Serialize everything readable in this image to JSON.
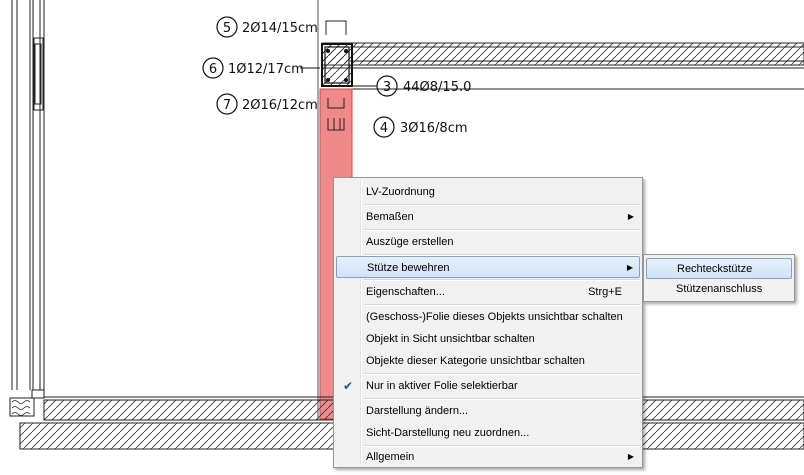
{
  "annotations": {
    "bar5": "2Ø14/15cm",
    "bar6": "1Ø12/17cm",
    "bar7": "2Ø16/12cm",
    "bar3": "44Ø8/15.0",
    "bar4": "3Ø16/8cm",
    "num5": "5",
    "num6": "6",
    "num7": "7",
    "num3": "3",
    "num4": "4"
  },
  "context_menu": {
    "items": [
      {
        "label": "LV-Zuordnung",
        "shortcut": "",
        "submenu": false,
        "checked": false
      },
      {
        "label": "Bemaßen",
        "shortcut": "",
        "submenu": true,
        "checked": false
      },
      {
        "label": "Auszüge erstellen",
        "shortcut": "",
        "submenu": false,
        "checked": false
      },
      {
        "label": "Stütze bewehren",
        "shortcut": "",
        "submenu": true,
        "checked": false,
        "highlighted": true
      },
      {
        "label": "Eigenschaften...",
        "shortcut": "Strg+E",
        "submenu": false,
        "checked": false
      },
      {
        "label": "(Geschoss-)Folie dieses Objekts unsichtbar schalten",
        "shortcut": "",
        "submenu": false,
        "checked": false
      },
      {
        "label": "Objekt in Sicht unsichtbar schalten",
        "shortcut": "",
        "submenu": false,
        "checked": false
      },
      {
        "label": "Objekte dieser Kategorie unsichtbar schalten",
        "shortcut": "",
        "submenu": false,
        "checked": false
      },
      {
        "label": "Nur in aktiver Folie selektierbar",
        "shortcut": "",
        "submenu": false,
        "checked": true
      },
      {
        "label": "Darstellung ändern...",
        "shortcut": "",
        "submenu": false,
        "checked": false
      },
      {
        "label": "Sicht-Darstellung neu zuordnen...",
        "shortcut": "",
        "submenu": false,
        "checked": false
      },
      {
        "label": "Allgemein",
        "shortcut": "",
        "submenu": true,
        "checked": false
      }
    ]
  },
  "submenu": {
    "items": [
      {
        "label": "Rechteckstütze",
        "highlighted": true
      },
      {
        "label": "Stützenanschluss",
        "highlighted": false
      }
    ]
  },
  "icons": {
    "submenu_arrow": "triangle-right-icon",
    "check": "checkmark-icon"
  },
  "colors": {
    "column_fill": "#f08a8a",
    "highlight": "#cfe3f7",
    "menu_bg": "#f1f1f1"
  }
}
